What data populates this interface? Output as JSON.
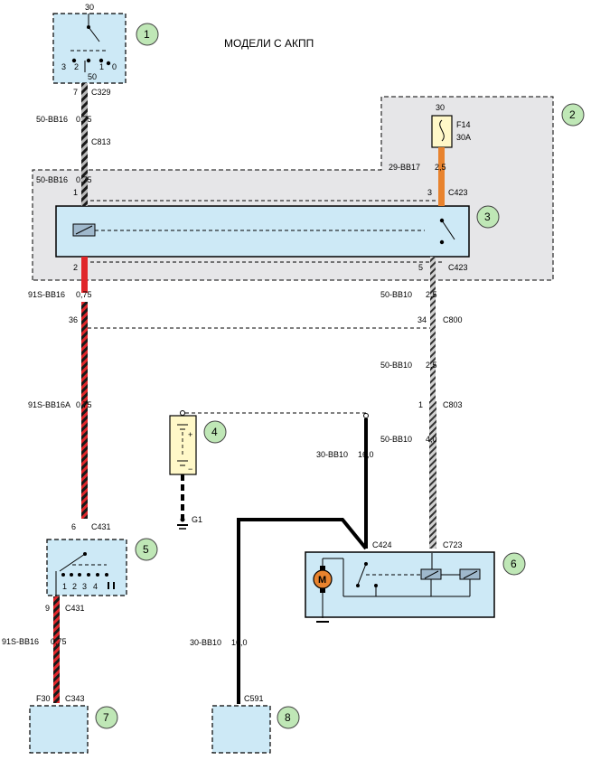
{
  "title": "МОДЕЛИ С АКПП",
  "badges": [
    "1",
    "2",
    "3",
    "4",
    "5",
    "6",
    "7",
    "8"
  ],
  "ignition": {
    "top_terminal": "30",
    "positions": [
      "3",
      "2",
      "1",
      "0"
    ],
    "bottom_terminal": "50"
  },
  "fuse": {
    "supply": "30",
    "name": "F14",
    "rating": "30A"
  },
  "wires": [
    {
      "code": "50-BB16",
      "gauge": "0,75"
    },
    {
      "code": "50-BB16",
      "gauge": "0,75"
    },
    {
      "code": "29-BB17",
      "gauge": "2,5"
    },
    {
      "code": "91S-BB16",
      "gauge": "0,75"
    },
    {
      "code": "50-BB10",
      "gauge": "2,5"
    },
    {
      "code": "50-BB10",
      "gauge": "2,5"
    },
    {
      "code": "91S-BB16A",
      "gauge": "0,75"
    },
    {
      "code": "50-BB10",
      "gauge": "4,0"
    },
    {
      "code": "30-BB10",
      "gauge": "16,0"
    },
    {
      "code": "91S-BB16",
      "gauge": "0,75"
    },
    {
      "code": "30-BB10",
      "gauge": "16,0"
    }
  ],
  "connectors": {
    "c329": {
      "pin": "7",
      "name": "C329"
    },
    "c813": {
      "name": "C813"
    },
    "relay_pin1": "1",
    "relay_pin3": "3",
    "c423_top": "C423",
    "relay_pin2": "2",
    "relay_pin5": "5",
    "c423_bot": "C423",
    "c800_left": "36",
    "c800": {
      "pin": "34",
      "name": "C800"
    },
    "c803": {
      "pin": "1",
      "name": "C803"
    },
    "c431_top": {
      "pin": "6",
      "name": "C431"
    },
    "c431_bot": {
      "pin": "9",
      "name": "C431"
    },
    "c424": "C424",
    "c723": "C723",
    "g1": "G1",
    "c343": {
      "pin": "F30",
      "name": "C343"
    },
    "c591": "C591"
  },
  "switch5_positions": [
    "1",
    "2",
    "3",
    "4"
  ],
  "battery_signs": {
    "plus": "+",
    "minus": "−"
  },
  "motor_label": "M"
}
